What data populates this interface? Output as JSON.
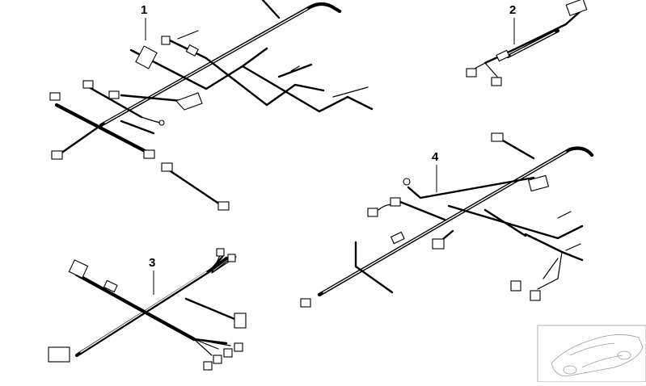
{
  "diagram": {
    "parts": [
      {
        "id": "harness-1",
        "label": "1"
      },
      {
        "id": "harness-2",
        "label": "2"
      },
      {
        "id": "harness-3",
        "label": "3"
      },
      {
        "id": "harness-4",
        "label": "4"
      }
    ],
    "colors": {
      "line": "#000000",
      "background": "#ffffff",
      "thumbnail": "#9a9a9a"
    },
    "thumbnail": {
      "subject": "car-silhouette-icon"
    }
  }
}
